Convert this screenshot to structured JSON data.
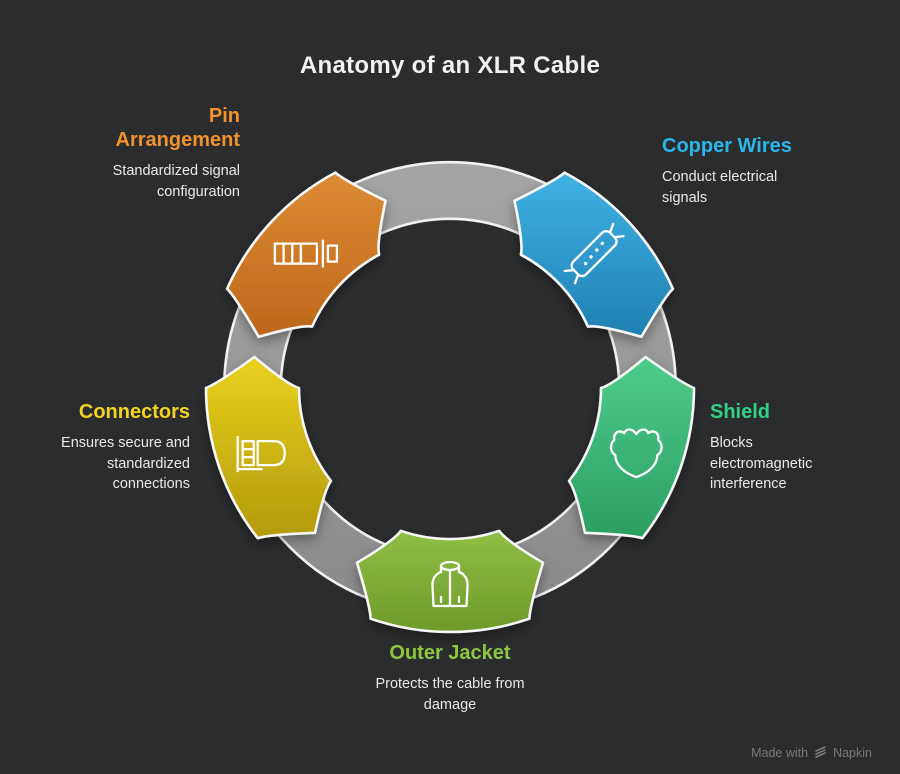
{
  "title": "Anatomy of an XLR Cable",
  "colors": {
    "background": "#2b2c2e",
    "ring_light": "#a4a4a4",
    "ring_dark": "#8c8c8c",
    "ring_edge": "#f2f2f2",
    "segment_outline": "#f7f7f7",
    "icon_stroke": "#ffffff",
    "body_text": "#e9e9e9",
    "title_text": "#f1f1f1",
    "watermark_text": "#7a7a7a"
  },
  "items": [
    {
      "id": "pin-arrangement",
      "label": "Pin Arrangement",
      "description": "Standardized signal configuration",
      "title_color": "#f0922d",
      "fill_light": "#dd8b34",
      "fill_dark": "#bd671b",
      "icon": "pin-rows-icon"
    },
    {
      "id": "copper-wires",
      "label": "Copper Wires",
      "description": "Conduct electrical signals",
      "title_color": "#2ab5eb",
      "fill_light": "#3fb2e3",
      "fill_dark": "#1f80b2",
      "icon": "wire-tube-icon"
    },
    {
      "id": "shield",
      "label": "Shield",
      "description": "Blocks electromagnetic interference",
      "title_color": "#30d187",
      "fill_light": "#4ecc8d",
      "fill_dark": "#2b9f61",
      "icon": "shield-badge-icon"
    },
    {
      "id": "outer-jacket",
      "label": "Outer Jacket",
      "description": "Protects the cable from damage",
      "title_color": "#8dc63f",
      "fill_light": "#8fbf45",
      "fill_dark": "#6d9a2a",
      "icon": "vest-icon"
    },
    {
      "id": "connectors",
      "label": "Connectors",
      "description": "Ensures secure and standardized connections",
      "title_color": "#f3d322",
      "fill_light": "#e9d11e",
      "fill_dark": "#b29a0c",
      "icon": "connector-plug-icon"
    }
  ],
  "watermark": {
    "prefix": "Made with",
    "brand": "Napkin"
  }
}
